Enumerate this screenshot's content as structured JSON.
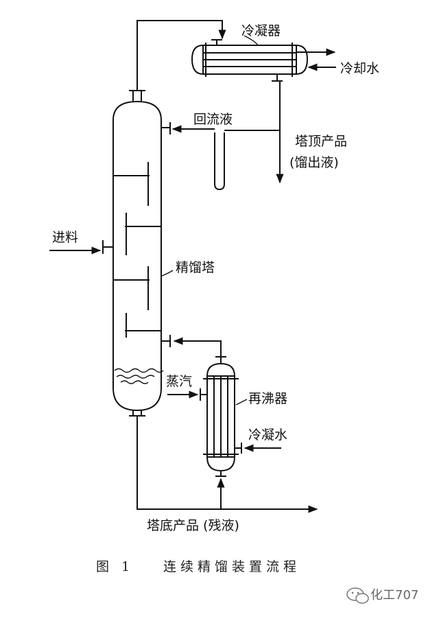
{
  "labels": {
    "condenser": "冷凝器",
    "cooling_water": "冷却水",
    "reflux": "回流液",
    "top_product_line1": "塔顶产品",
    "top_product_line2": "(馏出液)",
    "feed": "进料",
    "column": "精馏塔",
    "steam": "蒸汽",
    "reboiler": "再沸器",
    "condensate": "冷凝水",
    "bottom_product": "塔底产品 (残液)"
  },
  "caption": {
    "figure_number": "图 1",
    "title": "连续精馏装置流程"
  },
  "watermark": "化工707"
}
